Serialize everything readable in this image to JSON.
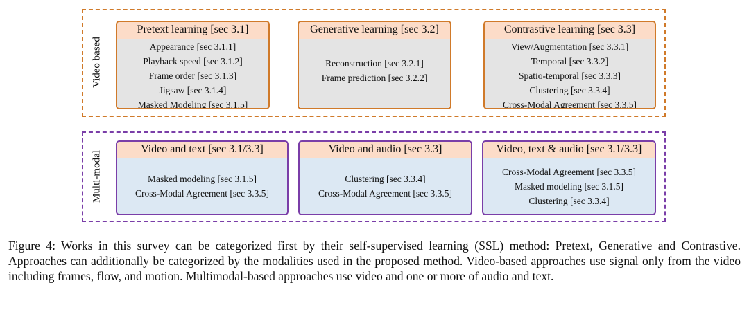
{
  "colors": {
    "video_group": "#d07a2a",
    "multimodal_group": "#7a3ea8",
    "card_header": "#fcdcc8",
    "video_card_body": "#e4e4e4",
    "multimodal_card_body": "#dce8f3"
  },
  "video_group": {
    "label": "Video based",
    "cards": [
      {
        "title": "Pretext learning [sec 3.1]",
        "items": [
          "Appearance [sec 3.1.1]",
          "Playback speed [sec 3.1.2]",
          "Frame order [sec 3.1.3]",
          "Jigsaw [sec 3.1.4]",
          "Masked Modeling [sec 3.1.5]"
        ]
      },
      {
        "title": "Generative learning [sec 3.2]",
        "items": [
          "Reconstruction [sec 3.2.1]",
          "Frame prediction [sec 3.2.2]"
        ]
      },
      {
        "title": "Contrastive learning [sec 3.3]",
        "items": [
          "View/Augmentation [sec 3.3.1]",
          "Temporal [sec 3.3.2]",
          "Spatio-temporal [sec 3.3.3]",
          "Clustering [sec 3.3.4]",
          "Cross-Modal Agreement [sec 3.3.5]"
        ]
      }
    ]
  },
  "multimodal_group": {
    "label": "Multi-modal",
    "cards": [
      {
        "title": "Video and text [sec 3.1/3.3]",
        "items": [
          "Masked modeling [sec 3.1.5]",
          "Cross-Modal Agreement [sec 3.3.5]"
        ]
      },
      {
        "title": "Video and audio [sec 3.3]",
        "items": [
          "Clustering [sec 3.3.4]",
          "Cross-Modal Agreement [sec 3.3.5]"
        ]
      },
      {
        "title": "Video, text & audio [sec 3.1/3.3]",
        "items": [
          "Cross-Modal Agreement [sec 3.3.5]",
          "Masked modeling [sec 3.1.5]",
          "Clustering [sec 3.3.4]"
        ]
      }
    ]
  },
  "caption": "Figure 4: Works in this survey can be categorized first by their self-supervised learning (SSL) method: Pretext, Generative and Contrastive. Approaches can additionally be categorized by the modalities used in the proposed method. Video-based approaches use signal only from the video including frames, flow, and motion. Multimodal-based approaches use video and one or more of audio and text."
}
